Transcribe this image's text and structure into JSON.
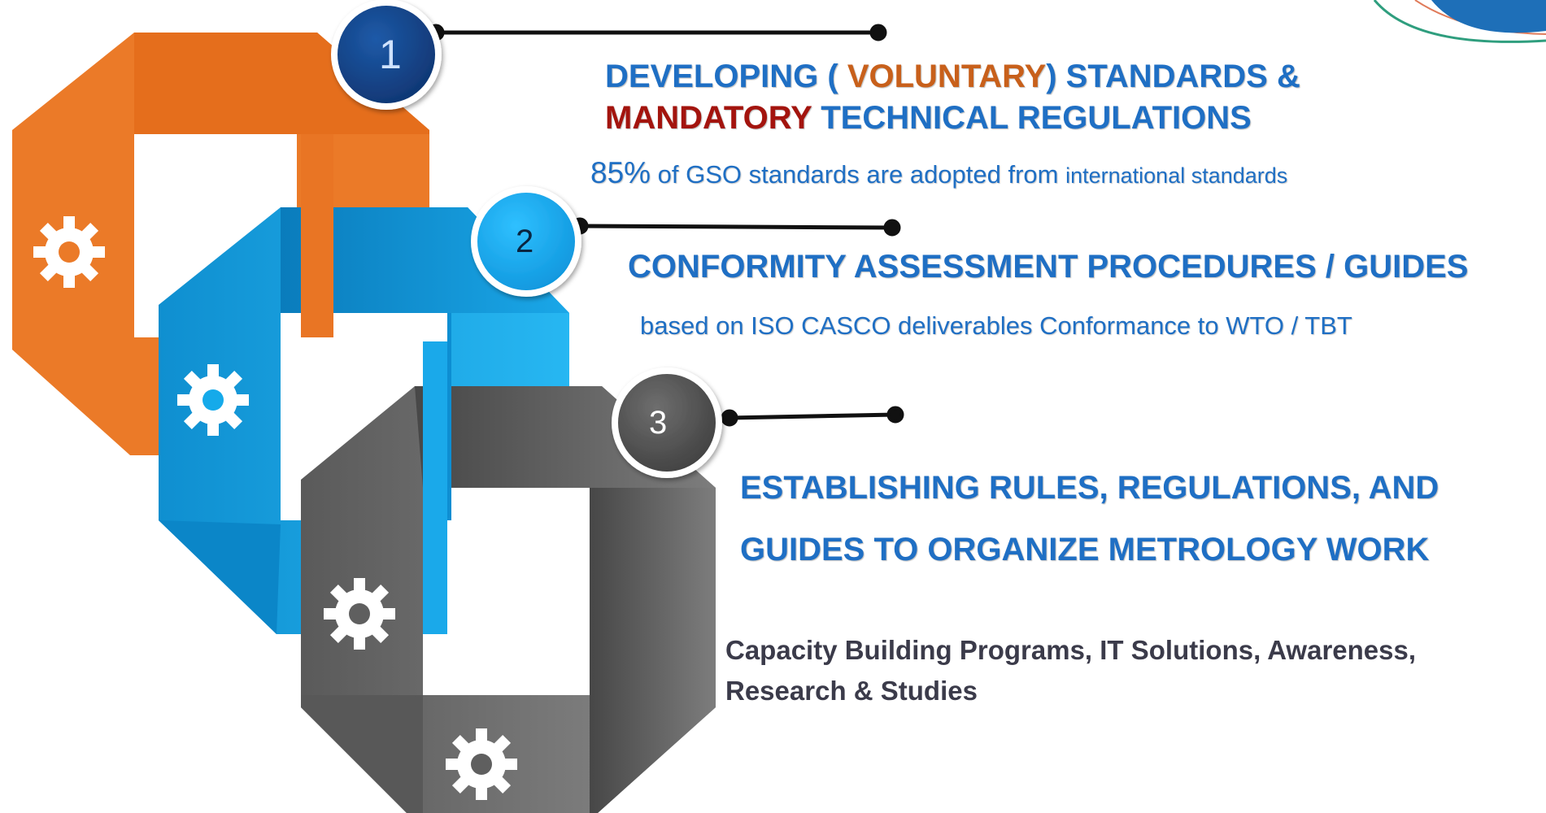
{
  "steps": [
    {
      "number": "1",
      "heading_part1": "DEVELOPING ( ",
      "heading_voluntary": "VOLUNTARY",
      "heading_part2": ") STANDARDS &",
      "heading_mandatory": "MANDATORY",
      "heading_part3": " TECHNICAL REGULATIONS",
      "detail_percent": "85%",
      "detail_middle": " of GSO standards are adopted from ",
      "detail_end": "international standards"
    },
    {
      "number": "2",
      "heading": "CONFORMITY ASSESSMENT PROCEDURES / GUIDES",
      "detail": "based on ISO CASCO deliverables Conformance to WTO / TBT"
    },
    {
      "number": "3",
      "heading_line1": "ESTABLISHING RULES, REGULATIONS, AND",
      "heading_line2": "GUIDES TO ORGANIZE METROLOGY WORK",
      "detail_line1": "Capacity Building Programs, IT Solutions, Awareness,",
      "detail_line2": "Research & Studies"
    }
  ],
  "colors": {
    "orange": "#EB7A28",
    "blue": "#15AAEA",
    "gray": "#6B6B6B",
    "navy": "#17468A",
    "heading_blue": "#1F6FC4",
    "voluntary": "#C8601B",
    "mandatory": "#A3140E"
  },
  "icons": [
    "gear-icon",
    "gear-icon",
    "gear-icon",
    "gear-icon"
  ]
}
